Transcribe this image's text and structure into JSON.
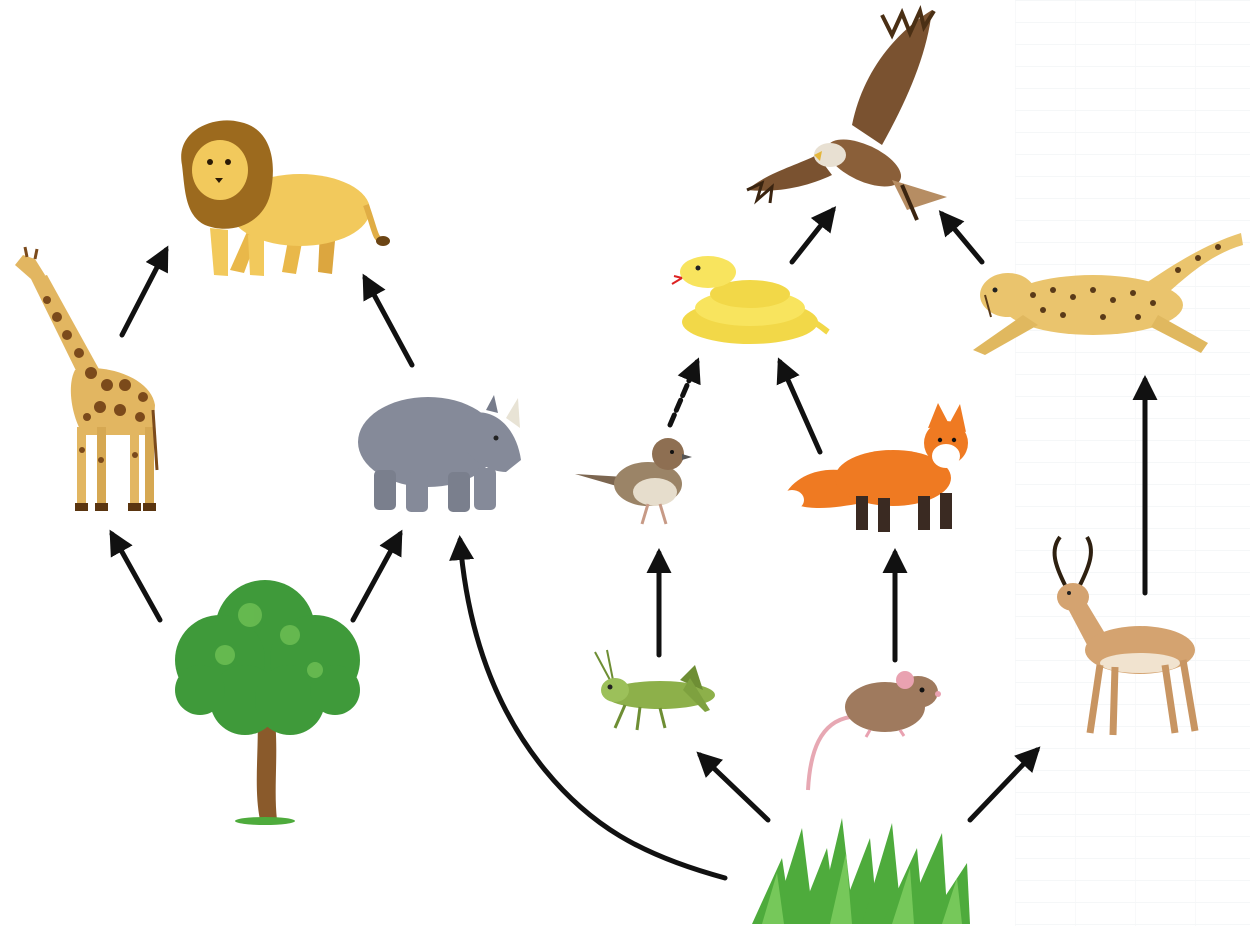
{
  "diagram": {
    "type": "food-web",
    "organisms": [
      {
        "id": "lion",
        "icon": "lion-icon"
      },
      {
        "id": "giraffe",
        "icon": "giraffe-icon"
      },
      {
        "id": "rhinoceros",
        "icon": "rhinoceros-icon"
      },
      {
        "id": "tree",
        "icon": "tree-icon"
      },
      {
        "id": "eagle",
        "icon": "eagle-icon"
      },
      {
        "id": "snake",
        "icon": "snake-icon"
      },
      {
        "id": "cheetah",
        "icon": "cheetah-icon"
      },
      {
        "id": "sparrow",
        "icon": "sparrow-icon"
      },
      {
        "id": "fox",
        "icon": "fox-icon"
      },
      {
        "id": "grasshopper",
        "icon": "grasshopper-icon"
      },
      {
        "id": "mouse",
        "icon": "mouse-icon"
      },
      {
        "id": "antelope",
        "icon": "antelope-icon"
      },
      {
        "id": "grass",
        "icon": "grass-icon"
      }
    ],
    "edges": [
      {
        "from": "giraffe",
        "to": "lion"
      },
      {
        "from": "rhinoceros",
        "to": "lion"
      },
      {
        "from": "tree",
        "to": "giraffe"
      },
      {
        "from": "tree",
        "to": "rhinoceros"
      },
      {
        "from": "grass",
        "to": "rhinoceros"
      },
      {
        "from": "snake",
        "to": "eagle"
      },
      {
        "from": "cheetah",
        "to": "eagle"
      },
      {
        "from": "sparrow",
        "to": "snake"
      },
      {
        "from": "fox",
        "to": "snake"
      },
      {
        "from": "grasshopper",
        "to": "sparrow"
      },
      {
        "from": "mouse",
        "to": "fox"
      },
      {
        "from": "antelope",
        "to": "cheetah"
      },
      {
        "from": "grass",
        "to": "grasshopper"
      },
      {
        "from": "grass",
        "to": "antelope"
      }
    ],
    "colors": {
      "arrow": "#111111",
      "lion_body": "#f2c95c",
      "lion_mane": "#9c6a1e",
      "giraffe_body": "#e2b661",
      "giraffe_spots": "#7b4a1b",
      "rhino": "#858a99",
      "tree_leaves": "#3f9a3a",
      "tree_trunk": "#8a5a2b",
      "eagle": "#7a5230",
      "snake": "#f8e45e",
      "cheetah": "#eac46d",
      "sparrow": "#9b8467",
      "fox": "#ef7a22",
      "grasshopper": "#8db04a",
      "mouse": "#9f7a5e",
      "antelope": "#d4a370",
      "grass": "#4eab3c"
    }
  }
}
